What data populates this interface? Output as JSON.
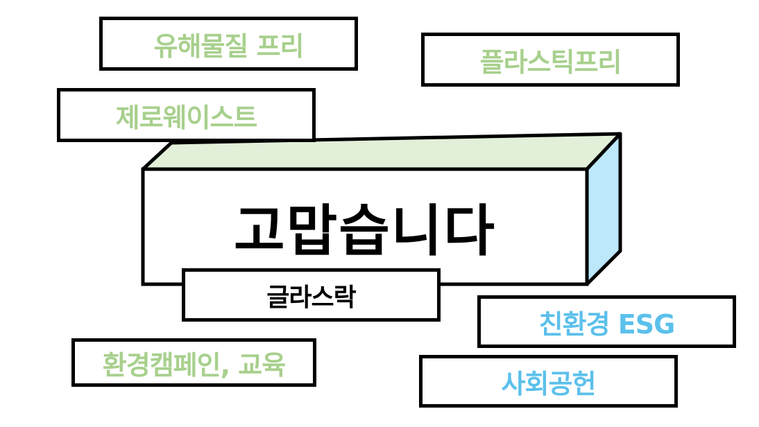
{
  "title": "고맙습니다",
  "tags": {
    "harmful_free": "유해물질 프리",
    "plastic_free": "플라스틱프리",
    "zero_waste": "제로웨이스트",
    "esg": "친환경 ESG",
    "social": "사회공헌",
    "campaign": "환경캠페인, 교육",
    "brand": "글라스락"
  },
  "colors": {
    "green_text": "#a8d08d",
    "blue_text": "#5bc0eb",
    "box_top": "#e2efd9",
    "box_side": "#bde8fb",
    "outline": "#000000"
  }
}
